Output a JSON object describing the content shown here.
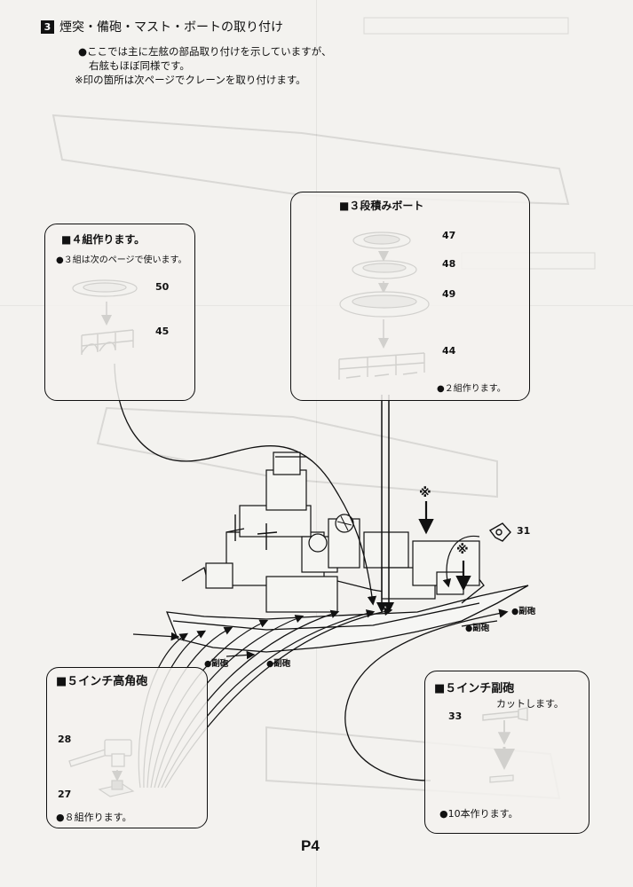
{
  "header": {
    "step_number": "3",
    "step_title": "煙突・備砲・マスト・ボートの取り付け"
  },
  "notes": {
    "line1": "●ここでは主に左舷の部品取り付けを示していますが、",
    "line2": "右舷もほぼ同様です。",
    "line3": "※印の箇所は次ページでクレーンを取り付けます。"
  },
  "boats_small": {
    "title": "■４組作ります。",
    "note": "●３組は次のページで使います。",
    "parts": [
      "50",
      "45"
    ]
  },
  "boats_stack": {
    "title": "■３段積みボート",
    "parts": [
      "47",
      "48",
      "49",
      "44"
    ],
    "note": "●２組作ります。"
  },
  "crane_part": "31",
  "crane_marks": [
    "※",
    "※"
  ],
  "gun_labels": [
    "●副砲",
    "●副砲",
    "●副砲",
    "●副砲"
  ],
  "aa_gun": {
    "title": "■５インチ高角砲",
    "parts": [
      "28",
      "27"
    ],
    "note": "●８組作ります。"
  },
  "secondary_gun": {
    "title": "■５インチ副砲",
    "part": "33",
    "cut_note": "カットします。",
    "note": "●10本作ります。"
  },
  "page_number": "P4"
}
